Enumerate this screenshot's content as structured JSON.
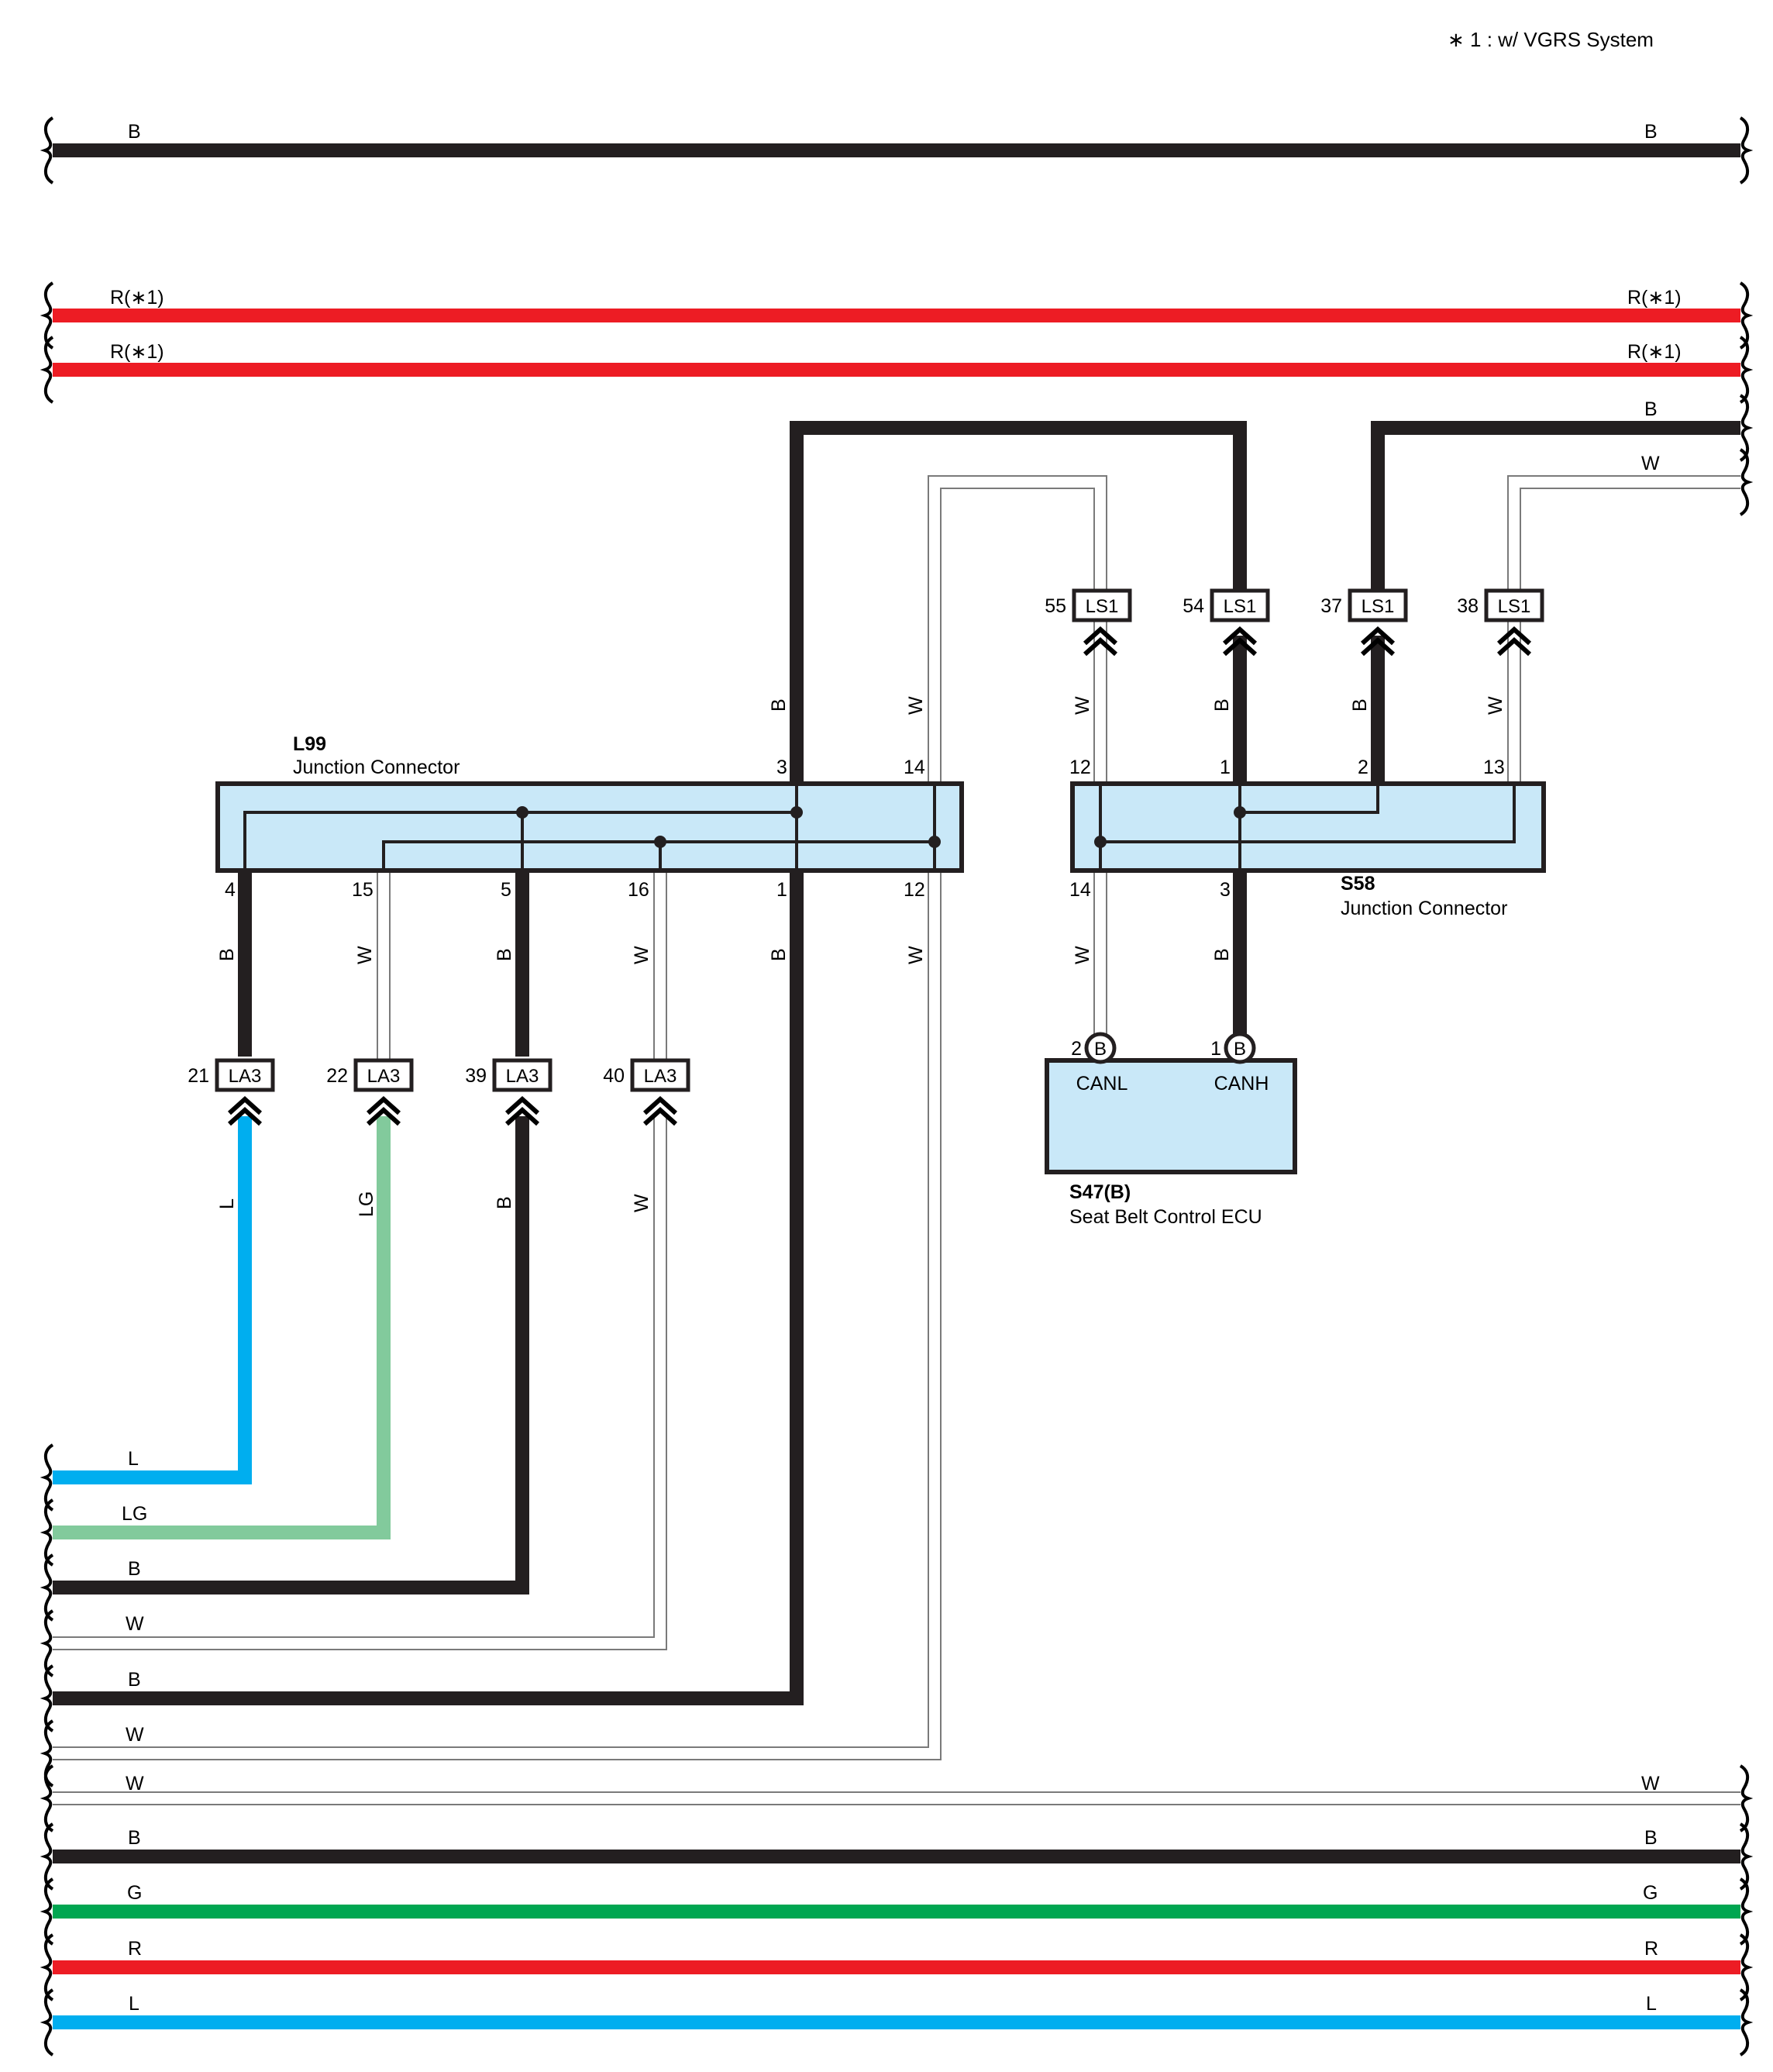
{
  "note": "∗ 1 : w/ VGRS System",
  "colors": {
    "B": "#231f20",
    "R": "#ed1c24",
    "L": "#00aeef",
    "LG": "#82ca9c",
    "G": "#00a651",
    "W": "#ffffff",
    "W_outline": "#7a7a7a",
    "connector_fill": "#c9e8f8"
  },
  "wires_left": {
    "top_b": "B",
    "r1": "R(∗1)",
    "r2": "R(∗1)",
    "l": "L",
    "lg": "LG",
    "b_la3_39": "B",
    "w_la3_40": "W",
    "b_l99_1": "B",
    "w_l99_12": "W",
    "w_through": "W",
    "b_through": "B",
    "g_through": "G",
    "r_through": "R",
    "l_through": "L"
  },
  "wires_right": {
    "top_b": "B",
    "r1": "R(∗1)",
    "r2": "R(∗1)",
    "b_ls1_37": "B",
    "w_ls1_38": "W",
    "w_through": "W",
    "b_through": "B",
    "g_through": "G",
    "r_through": "R",
    "l_through": "L"
  },
  "vertical_labels": {
    "l99_3": "B",
    "l99_14": "W",
    "l99_4": "B",
    "l99_15": "W",
    "l99_5": "B",
    "l99_16": "W",
    "l99_1": "B",
    "l99_12": "W",
    "la3_21": "L",
    "la3_22": "LG",
    "la3_39": "B",
    "la3_40": "W",
    "ls1_55": "W",
    "ls1_54": "B",
    "ls1_37": "B",
    "ls1_38": "W",
    "s58_14": "W",
    "s58_3": "B"
  },
  "ls1_connectors": [
    {
      "pin": "55",
      "code": "LS1"
    },
    {
      "pin": "54",
      "code": "LS1"
    },
    {
      "pin": "37",
      "code": "LS1"
    },
    {
      "pin": "38",
      "code": "LS1"
    }
  ],
  "la3_connectors": [
    {
      "pin": "21",
      "code": "LA3"
    },
    {
      "pin": "22",
      "code": "LA3"
    },
    {
      "pin": "39",
      "code": "LA3"
    },
    {
      "pin": "40",
      "code": "LA3"
    }
  ],
  "l99": {
    "name": "L99",
    "desc": "Junction Connector",
    "top_pins": [
      "3",
      "14"
    ],
    "bottom_pins": [
      "4",
      "15",
      "5",
      "16",
      "1",
      "12"
    ]
  },
  "s58": {
    "name": "S58",
    "desc": "Junction Connector",
    "top_pins": [
      "12",
      "1",
      "2",
      "13"
    ],
    "bottom_pins": [
      "14",
      "3"
    ]
  },
  "s47": {
    "name": "S47(B)",
    "desc": "Seat Belt Control ECU",
    "pins": [
      {
        "pin": "2",
        "code": "B",
        "signal": "CANL"
      },
      {
        "pin": "1",
        "code": "B",
        "signal": "CANH"
      }
    ]
  }
}
